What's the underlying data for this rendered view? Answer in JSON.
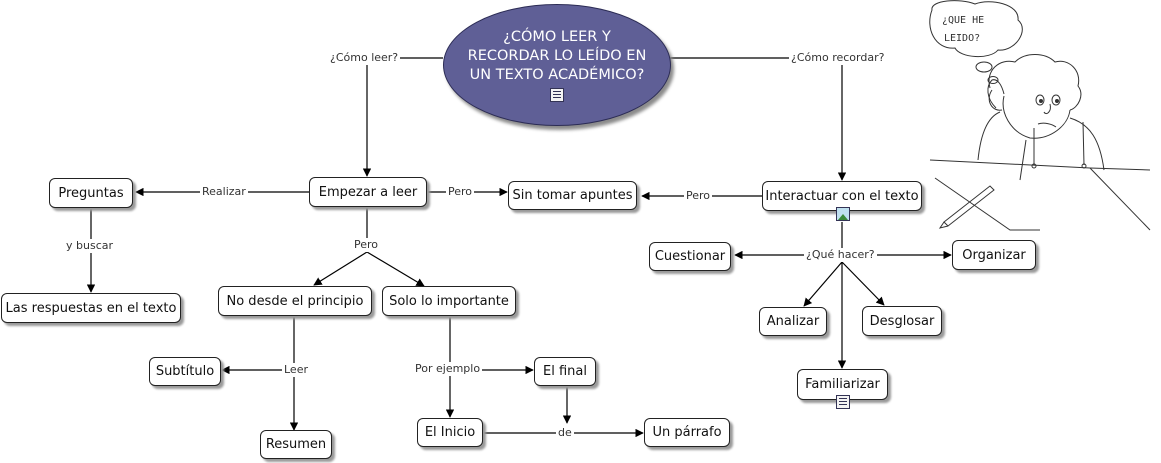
{
  "root": {
    "lines": [
      "¿CÓMO LEER Y",
      "RECORDAR LO LEÍDO EN",
      "UN TEXTO ACADÉMICO?"
    ]
  },
  "nodes": {
    "preguntas": "Preguntas",
    "respuestas": "Las respuestas en el texto",
    "empezar": "Empezar a leer",
    "sin_apuntes": "Sin tomar apuntes",
    "interactuar": "Interactuar con el texto",
    "no_desde": "No desde el principio",
    "solo_importante": "Solo lo importante",
    "subtitulo": "Subtítulo",
    "resumen": "Resumen",
    "final": "El final",
    "inicio": "El Inicio",
    "parrafo": "Un párrafo",
    "cuestionar": "Cuestionar",
    "organizar": "Organizar",
    "analizar": "Analizar",
    "desglosar": "Desglosar",
    "familiarizar": "Familiarizar"
  },
  "links": {
    "como_leer": "¿Cómo leer?",
    "como_recordar": "¿Cómo recordar?",
    "realizar": "Realizar",
    "y_buscar": "y buscar",
    "pero_1": "Pero",
    "pero_2": "Pero",
    "pero_3": "Pero",
    "leer": "Leer",
    "por_ejemplo": "Por ejemplo",
    "de": "de",
    "que_hacer": "¿Qué hacer?"
  },
  "cartoon": {
    "bubble_lines": [
      "¿QUE HE",
      "LEIDO?"
    ]
  },
  "colors": {
    "root_fill": "#5f5f96",
    "root_text": "#ffffff",
    "node_border": "#222222",
    "line": "#000000"
  }
}
